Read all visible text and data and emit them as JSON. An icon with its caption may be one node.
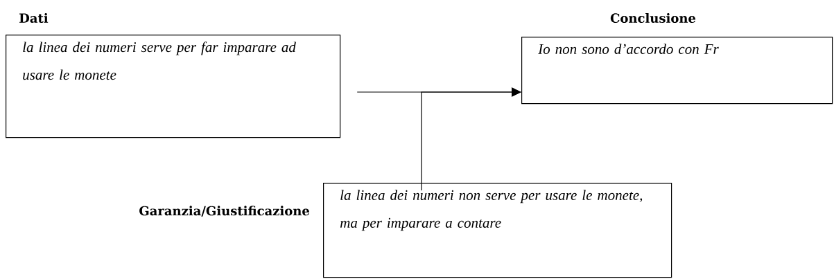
{
  "diagram": {
    "nodes": [
      {
        "text": [
          "Dati",
          "la linea dei numeri serve per far imparare ad usare le monete"
        ]
      },
      {
        "text": [
          "Conclusione",
          "Io non sono d’accordo con Fr"
        ]
      },
      {
        "text": [
          "Garanzia/Giustificazione",
          "la linea dei numeri non serve per usare le monete, ma per imparare a contare"
        ]
      }
    ],
    "edges": [
      {
        "from": 0,
        "to": 1,
        "arrow": "to"
      },
      {
        "from": 2,
        "to": 1,
        "arrow": "to"
      }
    ]
  }
}
